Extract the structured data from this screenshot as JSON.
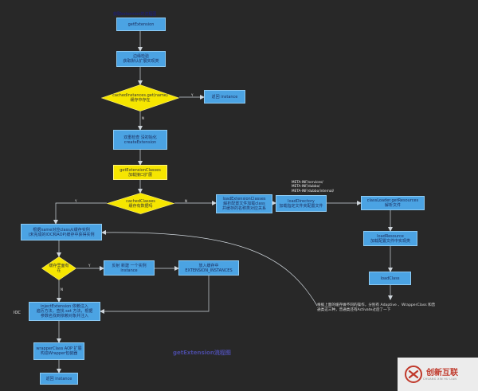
{
  "diagram": {
    "title": "获取extension的流程图",
    "caption": "getExtension流程图",
    "nodes": {
      "get_extension": "getExtension",
      "check_params": "边缘检验\n获取默认扩展实现类",
      "cached_instances": "cachedInstances.get(name)\n缓存中存在",
      "return_instance_top": "返回 instance",
      "double_check": "双重检查 没初始化\ncreateExtension",
      "get_extension_classes": "getExtensionClasses\n加载接口扩展",
      "cached_classes": "cachedClasses\n缓存有数据吗",
      "load_extension_classes": "loadExtensionClasses\n解析配置文件加载class\n并缓存的名称类对应关系",
      "load_directory": "loadDirectory\n加载指定文件夹配置文件",
      "class_loader": "classLoader.getResources\n解析文件",
      "load_resource": "loadResource\n加载配置文件中实现类",
      "load_class": "loadClass",
      "get_by_name": "根据name对应class从缓存实例\n(未完成的IOC和AOP)缓存中获得实例",
      "in_cache": "缓存里面有\n在",
      "reflect_new": "反射 新建 一个实例\ninstance",
      "put_cache": "放入缓存中\nEXTENSION_INSTANCES",
      "inject_extension": "injectExtension 依赖注入\n遍历方法，查找 set 方法，根据\n参数名找到依赖对象并注入",
      "wrapper_class": "wrapperClass  AOP 扩展\n构造Wrapper包装器",
      "return_instance_bottom": "返回 instance"
    },
    "labels": {
      "yes_1": "Y",
      "no_1": "N",
      "yes_2": "Y",
      "no_2": "N",
      "yes_3": "Y",
      "no_3": "N",
      "ioc": "IOC",
      "meta_inf": "META-INF/services/\nMETA-INF/dubbo/\nMETA-INF/dubbo/internal/",
      "note": "根据上面的缓存做不同的操作，分别有 Adaptive 、WrapperClass 和普\n通类这三种，普通类还有Activate过后了一下"
    }
  },
  "watermark": {
    "brand": "创新互联",
    "sub": "CHUANG XIN HU LIAN"
  },
  "colors": {
    "background": "#282828",
    "process": "#4ba3e3",
    "decision": "#f6e600",
    "arrow": "#cfd6dc",
    "brand": "#c0392b"
  }
}
